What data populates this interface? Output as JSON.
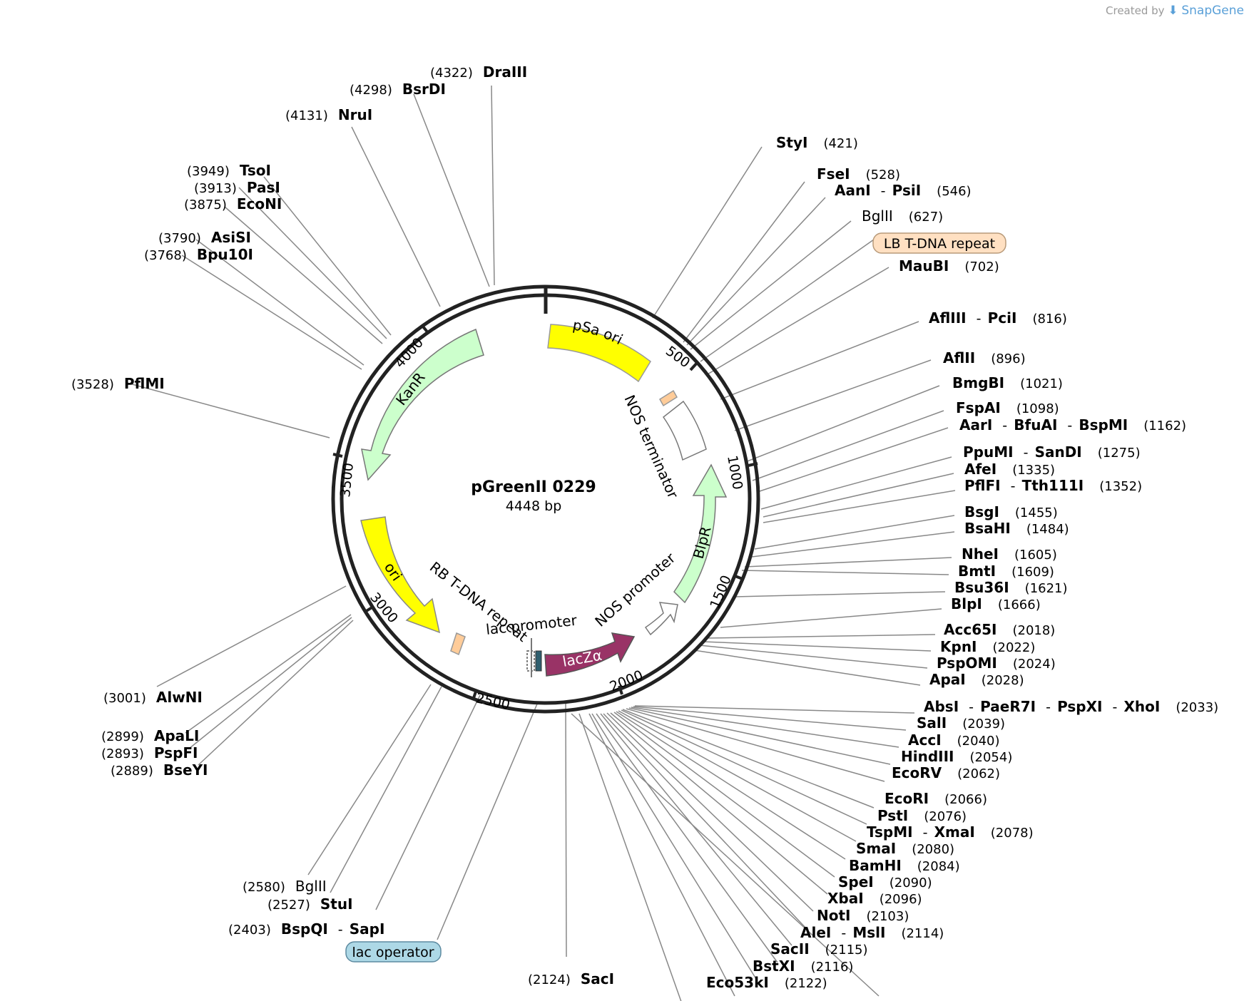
{
  "credit": {
    "prefix": "Created by",
    "brand": "SnapGene"
  },
  "plasmid": {
    "name": "pGreenII 0229",
    "length_label": "4448 bp",
    "length": 4448
  },
  "ticks": [
    "500",
    "1000",
    "1500",
    "2000",
    "2500",
    "3000",
    "3500",
    "4000"
  ],
  "features": [
    {
      "name": "pSa ori",
      "color": "#ffff00"
    },
    {
      "name": "NOS terminator",
      "color": "#ffffff"
    },
    {
      "name": "BlpR",
      "color": "#ccffcc"
    },
    {
      "name": "NOS promoter",
      "color": "#ffffff"
    },
    {
      "name": "lacZα",
      "color": "#993366"
    },
    {
      "name": "lac promoter",
      "color": "#ffffff"
    },
    {
      "name": "RB T-DNA repeat",
      "color": "#ffcc99"
    },
    {
      "name": "ori",
      "color": "#ffff00"
    },
    {
      "name": "KanR",
      "color": "#ccffcc"
    }
  ],
  "boxed_features": [
    {
      "name": "LB T-DNA repeat",
      "color": "#ffe0c2"
    },
    {
      "name": "lac operator",
      "color": "#add8e6"
    }
  ],
  "sites": [
    {
      "names": [
        "DraIII"
      ],
      "pos": "(4322)"
    },
    {
      "names": [
        "BsrDI"
      ],
      "pos": "(4298)"
    },
    {
      "names": [
        "NruI"
      ],
      "pos": "(4131)"
    },
    {
      "names": [
        "TsoI"
      ],
      "pos": "(3949)"
    },
    {
      "names": [
        "PasI"
      ],
      "pos": "(3913)"
    },
    {
      "names": [
        "EcoNI"
      ],
      "pos": "(3875)"
    },
    {
      "names": [
        "AsiSI"
      ],
      "pos": "(3790)"
    },
    {
      "names": [
        "Bpu10I"
      ],
      "pos": "(3768)"
    },
    {
      "names": [
        "PflMI"
      ],
      "pos": "(3528)"
    },
    {
      "names": [
        "AlwNI"
      ],
      "pos": "(3001)"
    },
    {
      "names": [
        "ApaLI"
      ],
      "pos": "(2899)"
    },
    {
      "names": [
        "PspFI"
      ],
      "pos": "(2893)"
    },
    {
      "names": [
        "BseYI"
      ],
      "pos": "(2889)"
    },
    {
      "names": [
        "BglII"
      ],
      "pos": "(2580)",
      "light": true
    },
    {
      "names": [
        "StuI"
      ],
      "pos": "(2527)"
    },
    {
      "names": [
        "BspQI",
        "SapI"
      ],
      "pos": "(2403)"
    },
    {
      "names": [
        "SacI"
      ],
      "pos": "(2124)"
    },
    {
      "names": [
        "StyI"
      ],
      "pos": "(421)"
    },
    {
      "names": [
        "FseI"
      ],
      "pos": "(528)"
    },
    {
      "names": [
        "AanI",
        "PsiI"
      ],
      "pos": "(546)"
    },
    {
      "names": [
        "BglII"
      ],
      "pos": "(627)",
      "light": true
    },
    {
      "names": [
        "MauBI"
      ],
      "pos": "(702)"
    },
    {
      "names": [
        "AflIII",
        "PciI"
      ],
      "pos": "(816)"
    },
    {
      "names": [
        "AflII"
      ],
      "pos": "(896)"
    },
    {
      "names": [
        "BmgBI"
      ],
      "pos": "(1021)"
    },
    {
      "names": [
        "FspAI"
      ],
      "pos": "(1098)"
    },
    {
      "names": [
        "AarI",
        "BfuAI",
        "BspMI"
      ],
      "pos": "(1162)"
    },
    {
      "names": [
        "PpuMI",
        "SanDI"
      ],
      "pos": "(1275)"
    },
    {
      "names": [
        "AfeI"
      ],
      "pos": "(1335)"
    },
    {
      "names": [
        "PflFI",
        "Tth111I"
      ],
      "pos": "(1352)"
    },
    {
      "names": [
        "BsgI"
      ],
      "pos": "(1455)"
    },
    {
      "names": [
        "BsaHI"
      ],
      "pos": "(1484)"
    },
    {
      "names": [
        "NheI"
      ],
      "pos": "(1605)"
    },
    {
      "names": [
        "BmtI"
      ],
      "pos": "(1609)"
    },
    {
      "names": [
        "Bsu36I"
      ],
      "pos": "(1621)"
    },
    {
      "names": [
        "BlpI"
      ],
      "pos": "(1666)"
    },
    {
      "names": [
        "Acc65I"
      ],
      "pos": "(2018)"
    },
    {
      "names": [
        "KpnI"
      ],
      "pos": "(2022)"
    },
    {
      "names": [
        "PspOMI"
      ],
      "pos": "(2024)"
    },
    {
      "names": [
        "ApaI"
      ],
      "pos": "(2028)"
    },
    {
      "names": [
        "AbsI",
        "PaeR7I",
        "PspXI",
        "XhoI"
      ],
      "pos": "(2033)"
    },
    {
      "names": [
        "SalI"
      ],
      "pos": "(2039)"
    },
    {
      "names": [
        "AccI"
      ],
      "pos": "(2040)"
    },
    {
      "names": [
        "HindIII"
      ],
      "pos": "(2054)"
    },
    {
      "names": [
        "EcoRV"
      ],
      "pos": "(2062)"
    },
    {
      "names": [
        "EcoRI"
      ],
      "pos": "(2066)"
    },
    {
      "names": [
        "PstI"
      ],
      "pos": "(2076)"
    },
    {
      "names": [
        "TspMI",
        "XmaI"
      ],
      "pos": "(2078)"
    },
    {
      "names": [
        "SmaI"
      ],
      "pos": "(2080)"
    },
    {
      "names": [
        "BamHI"
      ],
      "pos": "(2084)"
    },
    {
      "names": [
        "SpeI"
      ],
      "pos": "(2090)"
    },
    {
      "names": [
        "XbaI"
      ],
      "pos": "(2096)"
    },
    {
      "names": [
        "NotI"
      ],
      "pos": "(2103)"
    },
    {
      "names": [
        "AleI",
        "MslI"
      ],
      "pos": "(2114)"
    },
    {
      "names": [
        "SacII"
      ],
      "pos": "(2115)"
    },
    {
      "names": [
        "BstXI"
      ],
      "pos": "(2116)"
    },
    {
      "names": [
        "Eco53kI"
      ],
      "pos": "(2122)"
    }
  ]
}
